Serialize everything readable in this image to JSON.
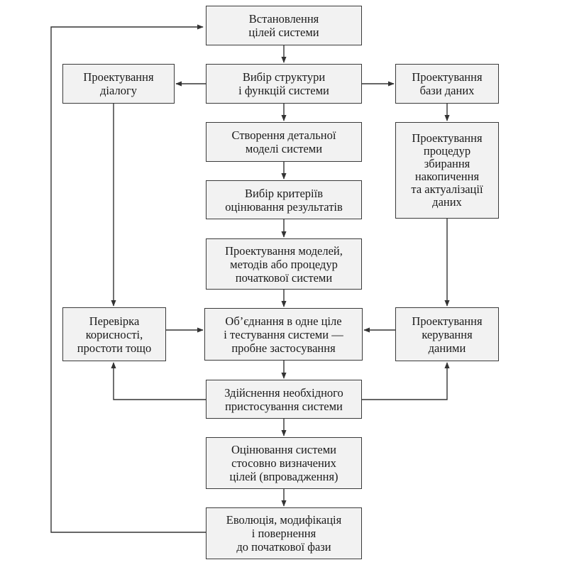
{
  "diagram": {
    "nodes": {
      "goals": "Встановлення\nцілей системи",
      "structure": "Вибір структури\nі функцій системи",
      "dialog": "Проектування\nдіалогу",
      "database": "Проектування\nбази даних",
      "detailed_model": "Створення детальної\nмоделі системи",
      "data_procedures": "Проектування\nпроцедур\nзбирання\nнакопичення\nта актуалізації\nданих",
      "criteria": "Вибір критеріїв\nоцінювання результатів",
      "initial_models": "Проектування моделей,\nметодів або процедур\nпочаткової системи",
      "usability_check": "Перевірка\nкорисності,\nпростоти тощо",
      "integration": "Об’єднання в одне ціле\nі тестування системи —\nпробне застосування",
      "data_management": "Проектування\nкерування\nданими",
      "adaptation": "Здійснення необхідного\nпристосування системи",
      "evaluation": "Оцінювання системи\nстосовно визначених\nцілей (впровадження)",
      "evolution": "Еволюція, модифікація\nі повернення\nдо початкової фази"
    }
  }
}
